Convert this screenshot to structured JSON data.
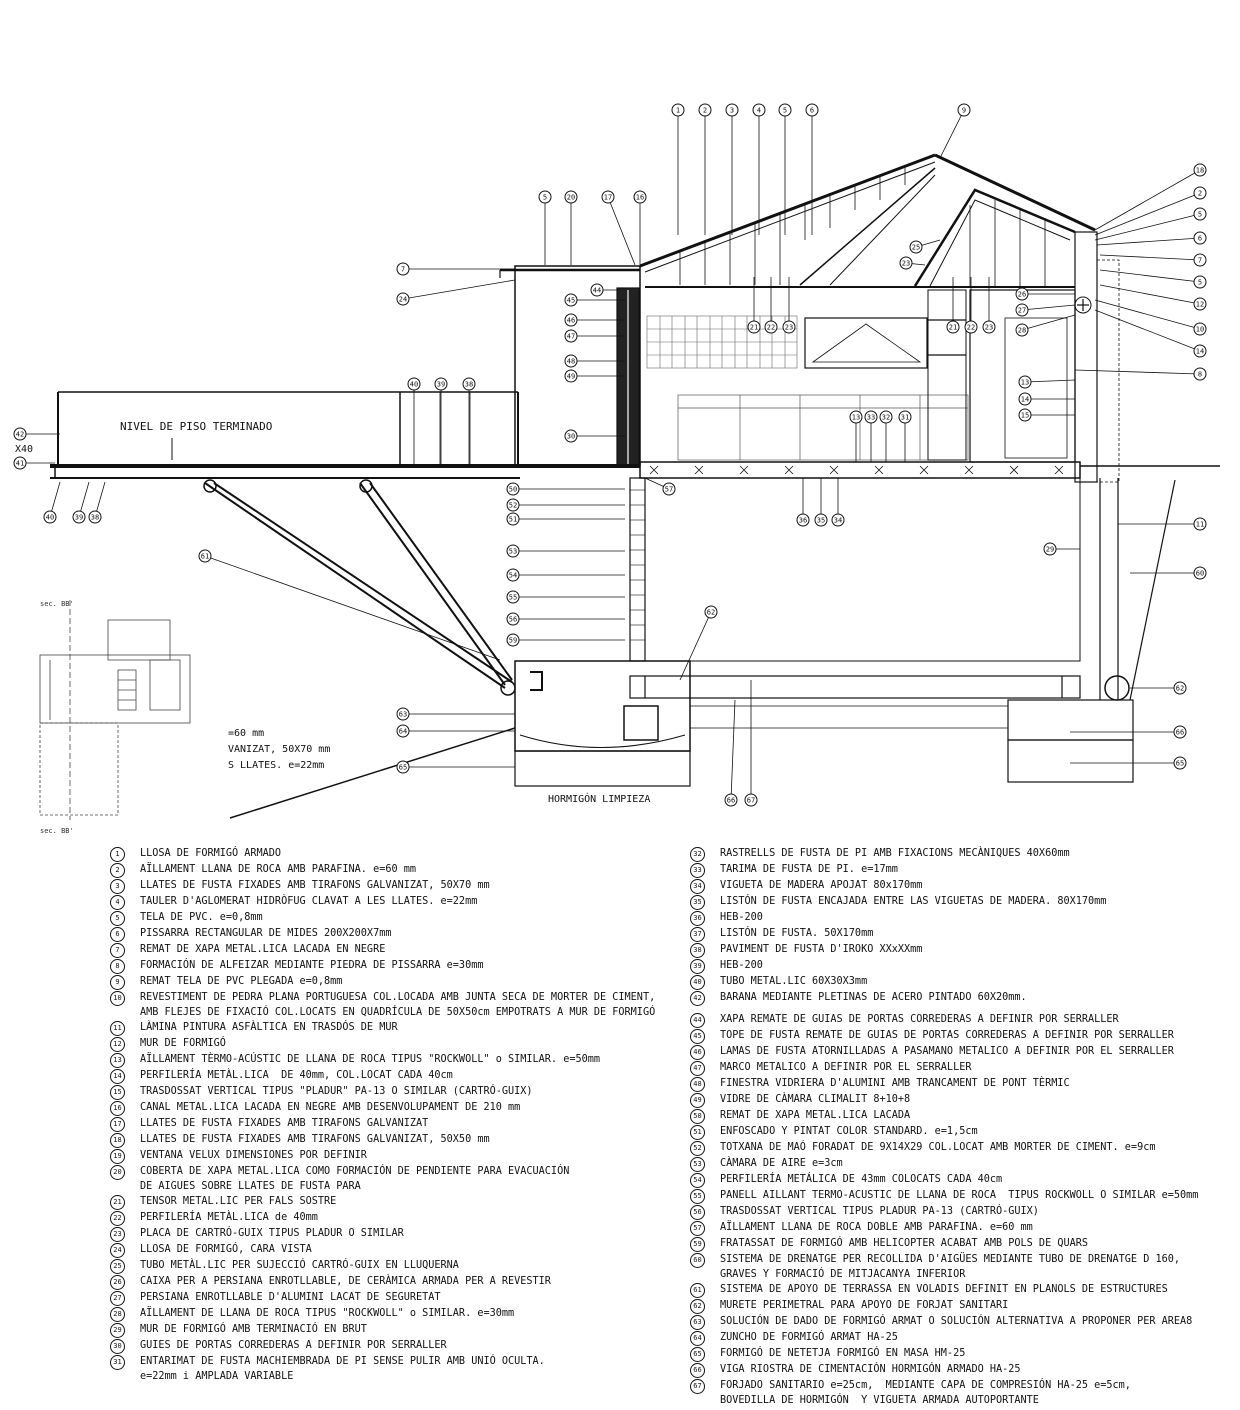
{
  "drawing_labels": {
    "floor_level": "NIVEL DE PISO TERMINADO",
    "clean_concrete": "HORMIGÓN LIMPIEZA",
    "partial_left_dim": "X40",
    "plan_section_top": "sec. BB'",
    "plan_section_bottom": "sec. BB'",
    "partial_line_1": "=60 mm",
    "partial_line_2": "VANIZAT, 50X70 mm",
    "partial_line_3": "S LLATES. e=22mm"
  },
  "callouts": {
    "top_row": [
      "1",
      "2",
      "3",
      "4",
      "5",
      "6"
    ],
    "ridge": "9",
    "left_roof": [
      "5",
      "20",
      "17",
      "16"
    ],
    "right_column": [
      "18",
      "2",
      "5",
      "6",
      "7",
      "5",
      "12",
      "10",
      "14",
      "8",
      "13",
      "14",
      "15",
      "11",
      "60",
      "62",
      "66",
      "65"
    ],
    "ceiling_refs": [
      "21",
      "22",
      "23",
      "21",
      "22",
      "23"
    ],
    "bench_refs": [
      "13",
      "33",
      "32",
      "31"
    ],
    "joist_refs": [
      "36",
      "35",
      "34"
    ],
    "rail_refs": [
      "40",
      "39",
      "38"
    ],
    "beam_refs": [
      "40",
      "39",
      "38"
    ],
    "wall_refs": [
      "45",
      "46",
      "47",
      "48",
      "49",
      "30",
      "50",
      "52",
      "51",
      "53",
      "54",
      "55",
      "56",
      "59"
    ],
    "foundation_refs": [
      "63",
      "64",
      "65",
      "66",
      "67"
    ],
    "misc": [
      "7",
      "24",
      "44",
      "42",
      "41",
      "61",
      "25",
      "23",
      "26",
      "27",
      "28",
      "29",
      "57",
      "62"
    ]
  },
  "legend": {
    "left": [
      {
        "num": "1",
        "lines": [
          "LLOSA DE FORMIGÓ ARMADO"
        ]
      },
      {
        "num": "2",
        "lines": [
          "AÏLLAMENT LLANA DE ROCA AMB PARAFINA. e=60 mm"
        ]
      },
      {
        "num": "3",
        "lines": [
          "LLATES DE FUSTA FIXADES AMB TIRAFONS GALVANIZAT, 50X70 mm"
        ]
      },
      {
        "num": "4",
        "lines": [
          "TAULER D'AGLOMERAT HIDRÒFUG CLAVAT A LES LLATES. e=22mm"
        ]
      },
      {
        "num": "5",
        "lines": [
          "TELA DE PVC. e=0,8mm"
        ]
      },
      {
        "num": "6",
        "lines": [
          "PISSARRA RECTANGULAR DE MIDES 200X200X7mm"
        ]
      },
      {
        "num": "7",
        "lines": [
          "REMAT DE XAPA METAL.LICA LACADA EN NEGRE"
        ]
      },
      {
        "num": "8",
        "lines": [
          "FORMACIÓN DE ALFEIZAR MEDIANTE PIEDRA DE PISSARRA e=30mm"
        ]
      },
      {
        "num": "9",
        "lines": [
          "REMAT TELA DE PVC PLEGADA e=0,8mm"
        ]
      },
      {
        "num": "10",
        "lines": [
          "REVESTIMENT DE PEDRA PLANA PORTUGUESA COL.LOCADA AMB JUNTA SECA DE MORTER DE CIMENT,",
          "AMB FLEJES DE FIXACIÓ COL.LOCATS EN QUADRÍCULA DE 50X50cm EMPOTRATS A MUR DE FORMIGÓ"
        ]
      },
      {
        "num": "11",
        "lines": [
          "LÀMINA PINTURA ASFÀLTICA EN TRASDÓS DE MUR"
        ]
      },
      {
        "num": "12",
        "lines": [
          "MUR DE FORMIGÓ"
        ]
      },
      {
        "num": "13",
        "lines": [
          "AÏLLAMENT TÈRMO-ACÚSTIC DE LLANA DE ROCA TIPUS \"ROCKWOLL\" o SIMILAR. e=50mm"
        ]
      },
      {
        "num": "14",
        "lines": [
          "PERFILERÍA METÀL.LICA  DE 40mm, COL.LOCAT CADA 40cm"
        ]
      },
      {
        "num": "15",
        "lines": [
          "TRASDOSSAT VERTICAL TIPUS \"PLADUR\" PA-13 O SIMILAR (CARTRÓ-GUIX)"
        ]
      },
      {
        "num": "16",
        "lines": [
          "CANAL METAL.LICA LACADA EN NEGRE AMB DESENVOLUPAMENT DE 210 mm"
        ]
      },
      {
        "num": "17",
        "lines": [
          "LLATES DE FUSTA FIXADES AMB TIRAFONS GALVANIZAT"
        ]
      },
      {
        "num": "18",
        "lines": [
          "LLATES DE FUSTA FIXADES AMB TIRAFONS GALVANIZAT, 50X50 mm"
        ]
      },
      {
        "num": "19",
        "lines": [
          "VENTANA VELUX DIMENSIONES POR DEFINIR"
        ]
      },
      {
        "num": "20",
        "lines": [
          "COBERTA DE XAPA METAL.LICA COMO FORMACIÓN DE PENDIENTE PARA EVACUACIÓN",
          "DE AIGUES SOBRE LLATES DE FUSTA PARA"
        ]
      },
      {
        "num": "21",
        "lines": [
          "TENSOR METAL.LIC PER FALS SOSTRE"
        ]
      },
      {
        "num": "22",
        "lines": [
          "PERFILERÍA METÀL.LICA de 40mm"
        ]
      },
      {
        "num": "23",
        "lines": [
          "PLACA DE CARTRÓ-GUIX TIPUS PLADUR O SIMILAR"
        ]
      },
      {
        "num": "24",
        "lines": [
          "LLOSA DE FORMIGÓ, CARA VISTA"
        ]
      },
      {
        "num": "25",
        "lines": [
          "TUBO METÀL.LIC PER SUJECCIÓ CARTRÓ-GUIX EN LLUQUERNA"
        ]
      },
      {
        "num": "26",
        "lines": [
          "CAIXA PER A PERSIANA ENROTLLABLE, DE CERÀMICA ARMADA PER A REVESTIR"
        ]
      },
      {
        "num": "27",
        "lines": [
          "PERSIANA ENROTLLABLE D'ALUMINI LACAT DE SEGURETAT"
        ]
      },
      {
        "num": "28",
        "lines": [
          "AÏLLAMENT DE LLANA DE ROCA TIPUS \"ROCKWOLL\" o SIMILAR. e=30mm"
        ]
      },
      {
        "num": "29",
        "lines": [
          "MUR DE FORMIGÓ AMB TERMINACIÓ EN BRUT"
        ]
      },
      {
        "num": "30",
        "lines": [
          "GUIES DE PORTAS CORREDERAS A DEFINIR POR SERRALLER"
        ]
      },
      {
        "num": "31",
        "lines": [
          "ENTARIMAT DE FUSTA MACHIEMBRADA DE PI SENSE PULIR AMB UNIÓ OCULTA.",
          "e=22mm i AMPLADA VARIABLE"
        ]
      }
    ],
    "right": [
      {
        "num": "32",
        "lines": [
          "RASTRELLS DE FUSTA DE PI AMB FIXACIONS MECÀNIQUES 40X60mm"
        ]
      },
      {
        "num": "33",
        "lines": [
          "TARIMA DE FUSTA DE PI. e=17mm"
        ]
      },
      {
        "num": "34",
        "lines": [
          "VIGUETA DE MADERA APOJAT 80x170mm"
        ]
      },
      {
        "num": "35",
        "lines": [
          "LISTÓN DE FUSTA ENCAJADA ENTRE LAS VIGUETAS DE MADERA. 80X170mm"
        ]
      },
      {
        "num": "36",
        "lines": [
          "HEB-200"
        ]
      },
      {
        "num": "37",
        "lines": [
          "LISTÓN DE FUSTA. 50X170mm"
        ]
      },
      {
        "num": "38",
        "lines": [
          "PAVIMENT DE FUSTA D'IROKO XXxXXmm"
        ]
      },
      {
        "num": "39",
        "lines": [
          "HEB-200"
        ]
      },
      {
        "num": "40",
        "lines": [
          "TUBO METAL.LIC 60X30X3mm"
        ]
      },
      {
        "num": "42",
        "lines": [
          "BARANA MEDIANTE PLETINAS DE ACERO PINTADO 60X20mm."
        ]
      },
      {
        "num": "",
        "lines": [
          ""
        ]
      },
      {
        "num": "44",
        "lines": [
          "XAPA REMATE DE GUIAS DE PORTAS CORREDERAS A DEFINIR POR SERRALLER"
        ]
      },
      {
        "num": "45",
        "lines": [
          "TOPE DE FUSTA REMATE DE GUIAS DE PORTAS CORREDERAS A DEFINIR POR SERRALLER"
        ]
      },
      {
        "num": "46",
        "lines": [
          "LAMAS DE FUSTA ATORNILLADAS A PASAMANO METALICO A DEFINIR POR EL SERRALLER"
        ]
      },
      {
        "num": "47",
        "lines": [
          "MARCO METALICO A DEFINIR POR EL SERRALLER"
        ]
      },
      {
        "num": "48",
        "lines": [
          "FINESTRA VIDRIERA D'ALUMINI AMB TRANCAMENT DE PONT TÈRMIC"
        ]
      },
      {
        "num": "49",
        "lines": [
          "VIDRE DE CÀMARA CLIMALIT 8+10+8"
        ]
      },
      {
        "num": "50",
        "lines": [
          "REMAT DE XAPA METAL.LICA LACADA"
        ]
      },
      {
        "num": "51",
        "lines": [
          "ENFOSCADO Y PINTAT COLOR STANDARD. e=1,5cm"
        ]
      },
      {
        "num": "52",
        "lines": [
          "TOTXANA DE MAÓ FORADAT DE 9X14X29 COL.LOCAT AMB MORTER DE CIMENT. e=9cm"
        ]
      },
      {
        "num": "53",
        "lines": [
          "CÀMARA DE AIRE e=3cm"
        ]
      },
      {
        "num": "54",
        "lines": [
          "PERFILERÍA METÁLICA DE 43mm COLOCATS CADA 40cm"
        ]
      },
      {
        "num": "55",
        "lines": [
          "PANELL AILLANT TERMO-ACUSTIC DE LLANA DE ROCA  TIPUS ROCKWOLL O SIMILAR e=50mm"
        ]
      },
      {
        "num": "56",
        "lines": [
          "TRASDOSSAT VERTICAL TIPUS PLADUR PA-13 (CARTRÓ-GUIX)"
        ]
      },
      {
        "num": "57",
        "lines": [
          "AÏLLAMENT LLANA DE ROCA DOBLE AMB PARAFINA. e=60 mm"
        ]
      },
      {
        "num": "59",
        "lines": [
          "FRATASSAT DE FORMIGÓ AMB HELICOPTER ACABAT AMB POLS DE QUARS"
        ]
      },
      {
        "num": "60",
        "lines": [
          "SISTEMA DE DRENATGE PER RECOLLIDA D'AIGÜES MEDIANTE TUBO DE DRENATGE D 160,",
          "GRAVES Y FORMACIÓ DE MITJACANYA INFERIOR"
        ]
      },
      {
        "num": "61",
        "lines": [
          "SISTEMA DE APOYO DE TERRASSA EN VOLADIS DEFINIT EN PLANOLS DE ESTRUCTURES"
        ]
      },
      {
        "num": "62",
        "lines": [
          "MURETE PERIMETRAL PARA APOYO DE FORJAT SANITARI"
        ]
      },
      {
        "num": "63",
        "lines": [
          "SOLUCIÓN DE DADO DE FORMIGÓ ARMAT O SOLUCIÓN ALTERNATIVA A PROPONER PER AREA8"
        ]
      },
      {
        "num": "64",
        "lines": [
          "ZUNCHO DE FORMIGÓ ARMAT HA-25"
        ]
      },
      {
        "num": "65",
        "lines": [
          "FORMIGÓ DE NETETJA FORMIGÓ EN MASA HM-25"
        ]
      },
      {
        "num": "66",
        "lines": [
          "VIGA RIOSTRA DE CIMENTACIÓN HORMIGÓN ARMADO HA-25"
        ]
      },
      {
        "num": "67",
        "lines": [
          "FORJADO SANITARIO e=25cm,  MEDIANTE CAPA DE COMPRESIÓN HA-25 e=5cm,",
          "BOVEDILLA DE HORMIGÓN  Y VIGUETA ARMADA AUTOPORTANTE"
        ]
      }
    ]
  }
}
